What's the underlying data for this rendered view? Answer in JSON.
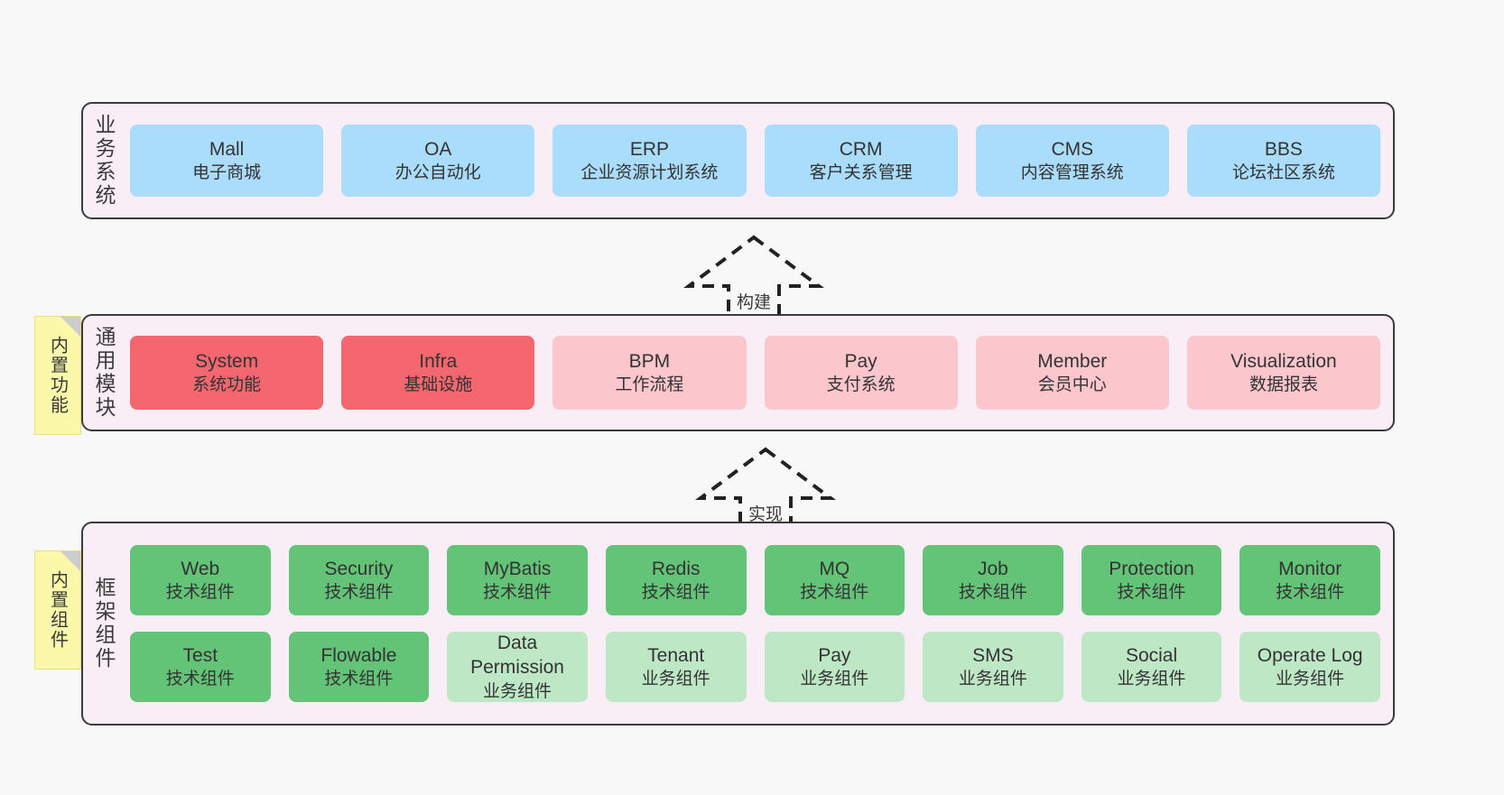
{
  "layers": {
    "business": {
      "title": "业务系统",
      "items": [
        {
          "name": "Mall",
          "desc": "电子商城"
        },
        {
          "name": "OA",
          "desc": "办公自动化"
        },
        {
          "name": "ERP",
          "desc": "企业资源计划系统"
        },
        {
          "name": "CRM",
          "desc": "客户关系管理"
        },
        {
          "name": "CMS",
          "desc": "内容管理系统"
        },
        {
          "name": "BBS",
          "desc": "论坛社区系统"
        }
      ]
    },
    "modules": {
      "title": "通用模块",
      "sticky": "内置功能",
      "items": [
        {
          "name": "System",
          "desc": "系统功能",
          "style": "red"
        },
        {
          "name": "Infra",
          "desc": "基础设施",
          "style": "red"
        },
        {
          "name": "BPM",
          "desc": "工作流程",
          "style": "pink"
        },
        {
          "name": "Pay",
          "desc": "支付系统",
          "style": "pink"
        },
        {
          "name": "Member",
          "desc": "会员中心",
          "style": "pink"
        },
        {
          "name": "Visualization",
          "desc": "数据报表",
          "style": "pink"
        }
      ]
    },
    "framework": {
      "title": "框架组件",
      "sticky": "内置组件",
      "row1": [
        {
          "name": "Web",
          "desc": "技术组件",
          "style": "green"
        },
        {
          "name": "Security",
          "desc": "技术组件",
          "style": "green"
        },
        {
          "name": "MyBatis",
          "desc": "技术组件",
          "style": "green"
        },
        {
          "name": "Redis",
          "desc": "技术组件",
          "style": "green"
        },
        {
          "name": "MQ",
          "desc": "技术组件",
          "style": "green"
        },
        {
          "name": "Job",
          "desc": "技术组件",
          "style": "green"
        },
        {
          "name": "Protection",
          "desc": "技术组件",
          "style": "green"
        },
        {
          "name": "Monitor",
          "desc": "技术组件",
          "style": "green"
        }
      ],
      "row2": [
        {
          "name": "Test",
          "desc": "技术组件",
          "style": "green"
        },
        {
          "name": "Flowable",
          "desc": "技术组件",
          "style": "green"
        },
        {
          "name": "Data Permission",
          "desc": "业务组件",
          "style": "lightgreen"
        },
        {
          "name": "Tenant",
          "desc": "业务组件",
          "style": "lightgreen"
        },
        {
          "name": "Pay",
          "desc": "业务组件",
          "style": "lightgreen"
        },
        {
          "name": "SMS",
          "desc": "业务组件",
          "style": "lightgreen"
        },
        {
          "name": "Social",
          "desc": "业务组件",
          "style": "lightgreen"
        },
        {
          "name": "Operate Log",
          "desc": "业务组件",
          "style": "lightgreen"
        }
      ]
    }
  },
  "connectors": {
    "build": "构建",
    "implement": "实现"
  },
  "colors": {
    "panel_bg": "#faeef6",
    "panel_border": "#3b3b3b",
    "blue": "#aadcfb",
    "red": "#f4676f",
    "pink": "#fbc6cc",
    "green": "#63c377",
    "light_green": "#bee8c5",
    "sticky": "#fbf8a9",
    "sticky_fold": "#cccccc",
    "page_bg": "#f8f8f8"
  }
}
